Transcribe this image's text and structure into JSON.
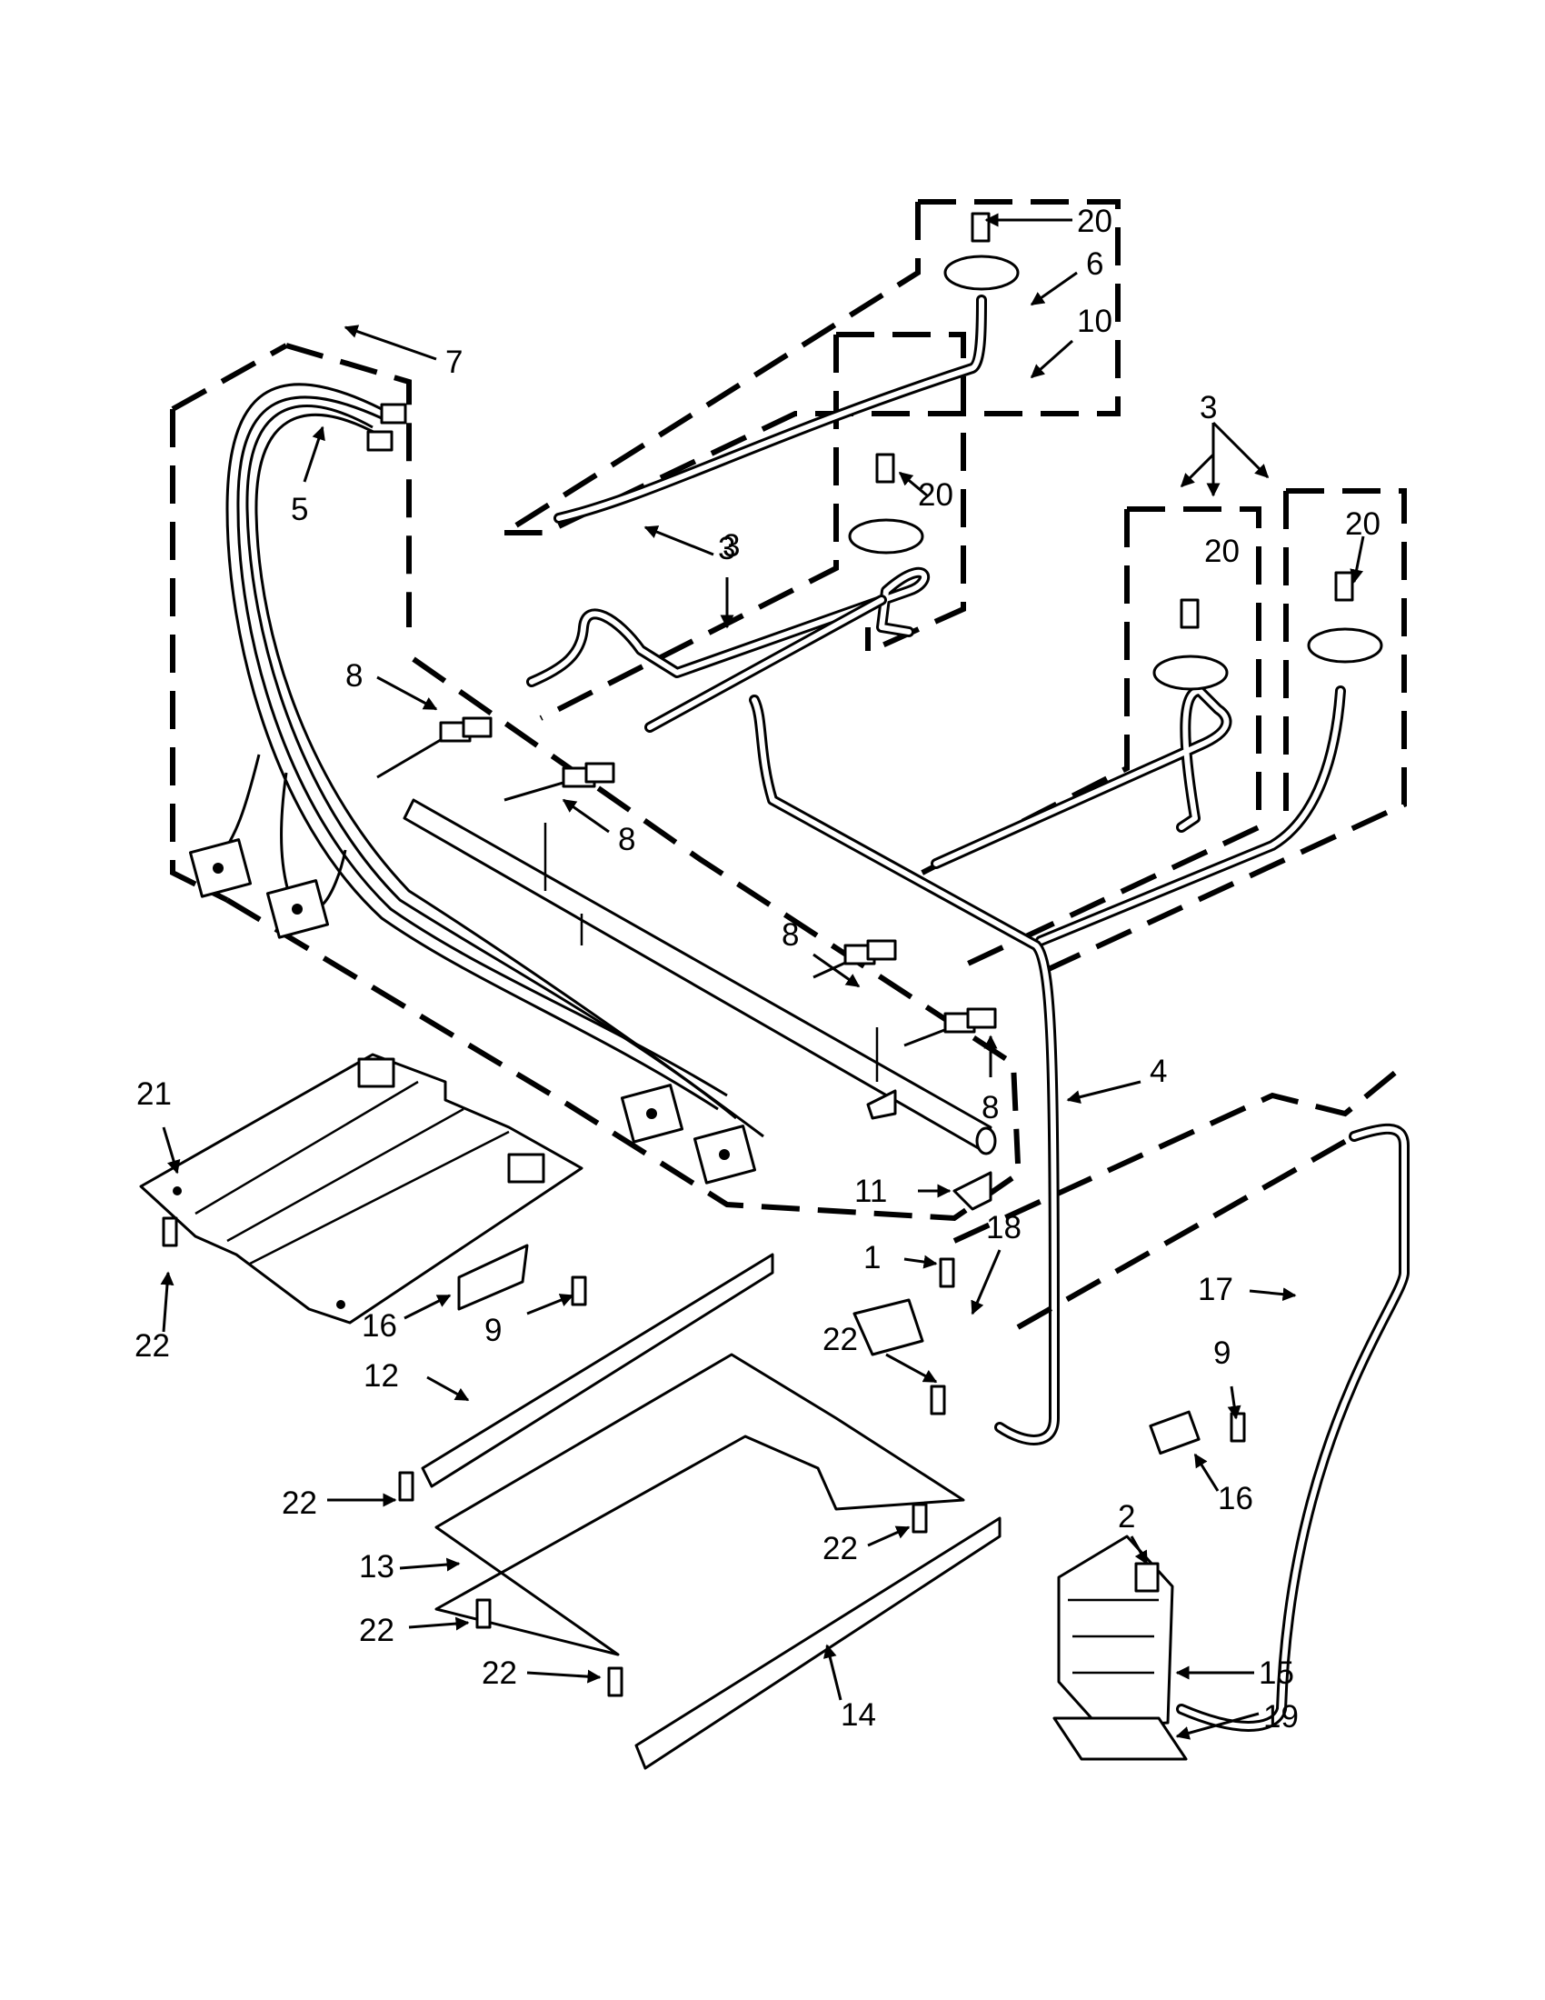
{
  "callouts": [
    {
      "id": "c1",
      "text": "20"
    },
    {
      "id": "c2",
      "text": "6"
    },
    {
      "id": "c3",
      "text": "10"
    },
    {
      "id": "c4",
      "text": "7"
    },
    {
      "id": "c5",
      "text": "5"
    },
    {
      "id": "c6",
      "text": "3"
    },
    {
      "id": "c7",
      "text": "3"
    },
    {
      "id": "c8",
      "text": "20"
    },
    {
      "id": "c9",
      "text": "3"
    },
    {
      "id": "c10",
      "text": "20"
    },
    {
      "id": "c11",
      "text": "20"
    },
    {
      "id": "c12",
      "text": "8"
    },
    {
      "id": "c13",
      "text": "8"
    },
    {
      "id": "c14",
      "text": "8"
    },
    {
      "id": "c15",
      "text": "8"
    },
    {
      "id": "c16",
      "text": "4"
    },
    {
      "id": "c17",
      "text": "21"
    },
    {
      "id": "c18",
      "text": "22"
    },
    {
      "id": "c19",
      "text": "11"
    },
    {
      "id": "c20",
      "text": "1"
    },
    {
      "id": "c21",
      "text": "18"
    },
    {
      "id": "c22",
      "text": "17"
    },
    {
      "id": "c23",
      "text": "16"
    },
    {
      "id": "c24",
      "text": "9"
    },
    {
      "id": "c25",
      "text": "22"
    },
    {
      "id": "c26",
      "text": "12"
    },
    {
      "id": "c27",
      "text": "9"
    },
    {
      "id": "c28",
      "text": "22"
    },
    {
      "id": "c29",
      "text": "16"
    },
    {
      "id": "c30",
      "text": "2"
    },
    {
      "id": "c31",
      "text": "13"
    },
    {
      "id": "c32",
      "text": "22"
    },
    {
      "id": "c33",
      "text": "22"
    },
    {
      "id": "c34",
      "text": "15"
    },
    {
      "id": "c35",
      "text": "22"
    },
    {
      "id": "c36",
      "text": "14"
    },
    {
      "id": "c37",
      "text": "19"
    }
  ]
}
